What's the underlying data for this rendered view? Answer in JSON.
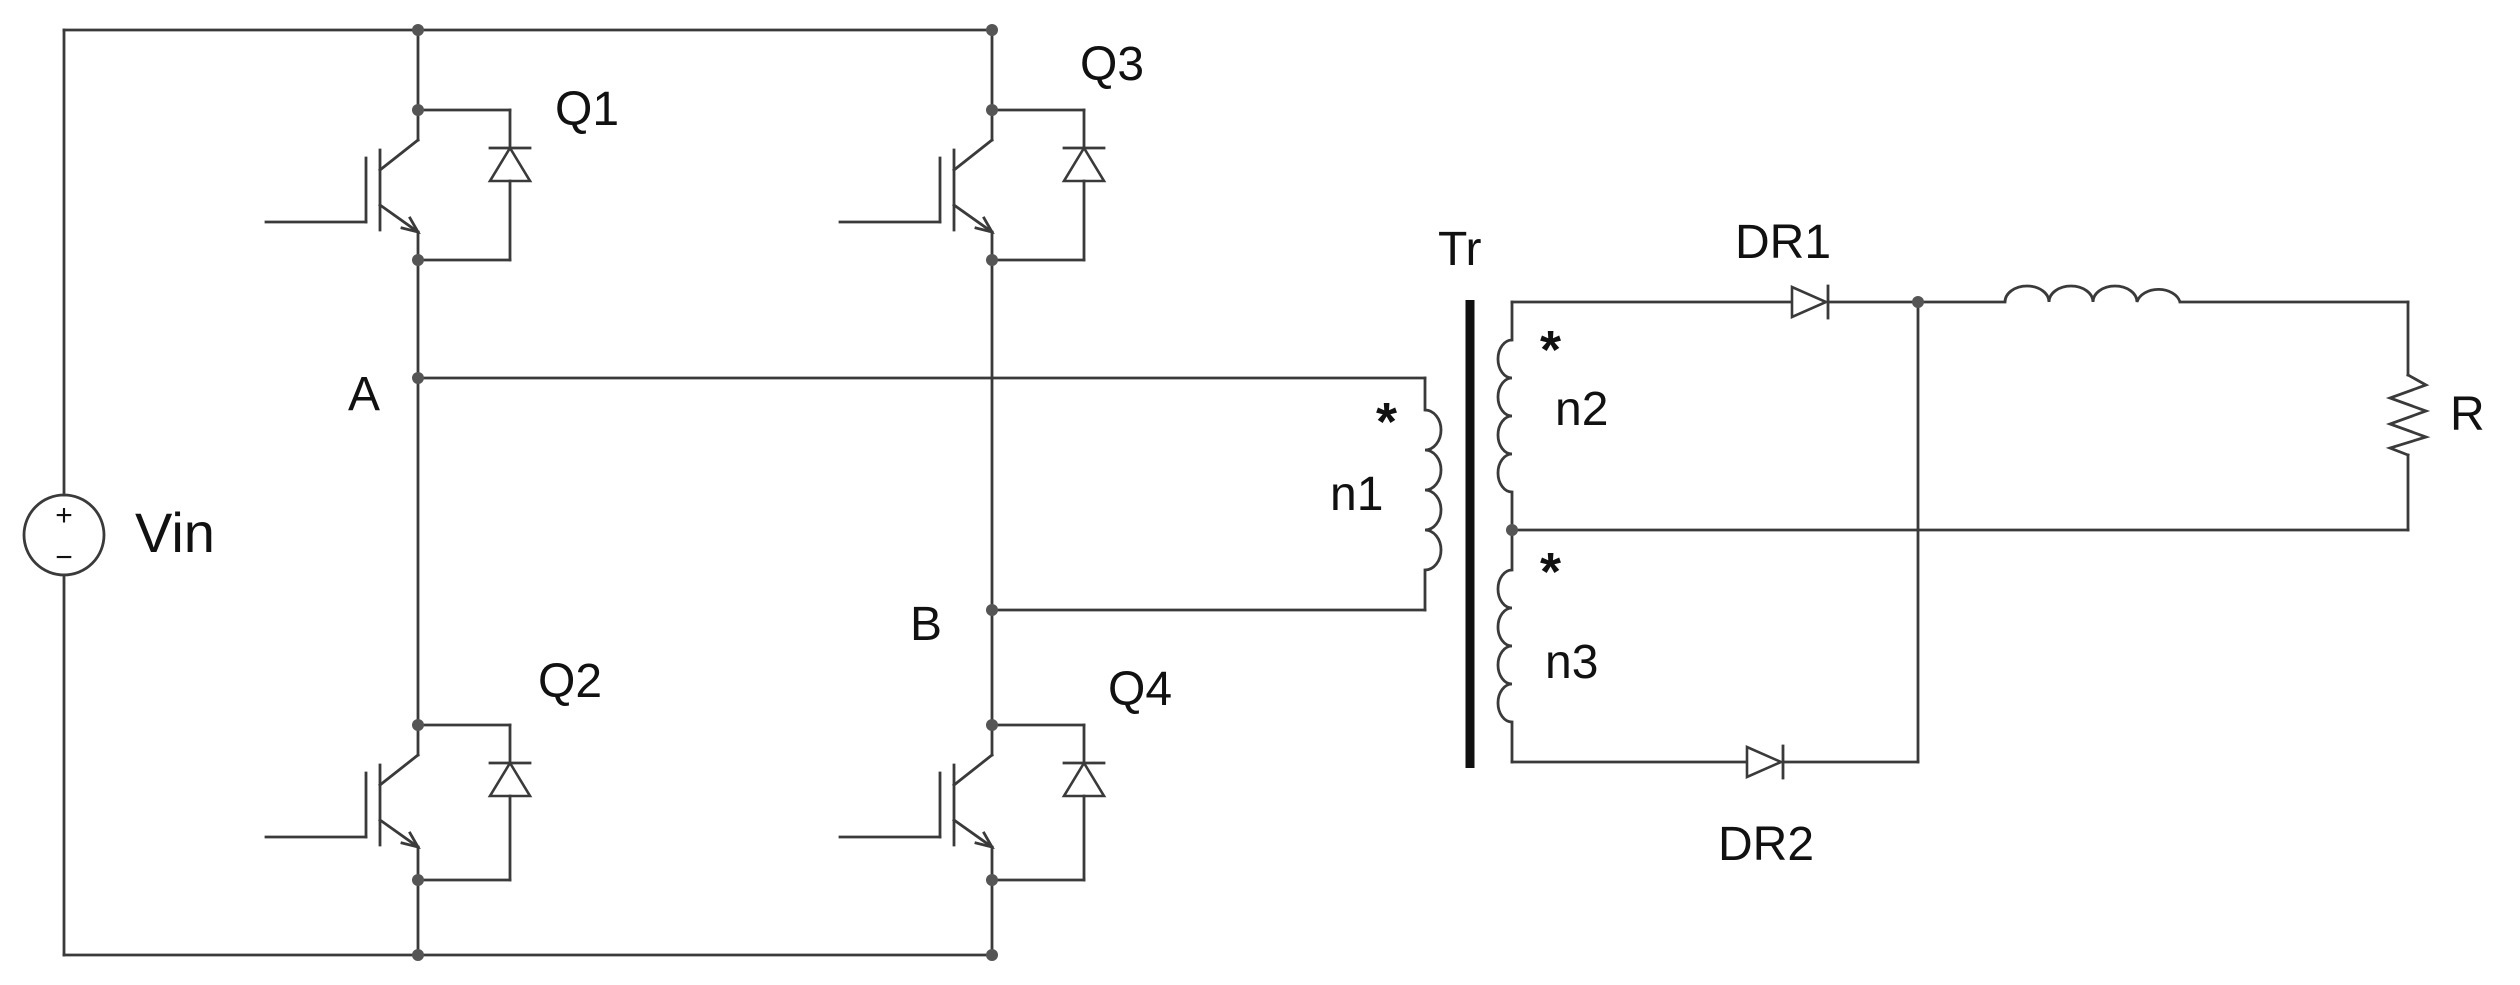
{
  "labels": {
    "q1": "Q1",
    "q2": "Q2",
    "q3": "Q3",
    "q4": "Q4",
    "node_a": "A",
    "node_b": "B",
    "vin": "Vin",
    "tr": "Tr",
    "n1": "n1",
    "n2": "n2",
    "n3": "n3",
    "dr1": "DR1",
    "dr2": "DR2",
    "r": "R",
    "dot_marker": "*"
  },
  "source_symbols": {
    "plus": "+",
    "minus": "−"
  },
  "colors": {
    "wire": "#3a3a3a",
    "core": "#111111",
    "background": "#ffffff"
  }
}
